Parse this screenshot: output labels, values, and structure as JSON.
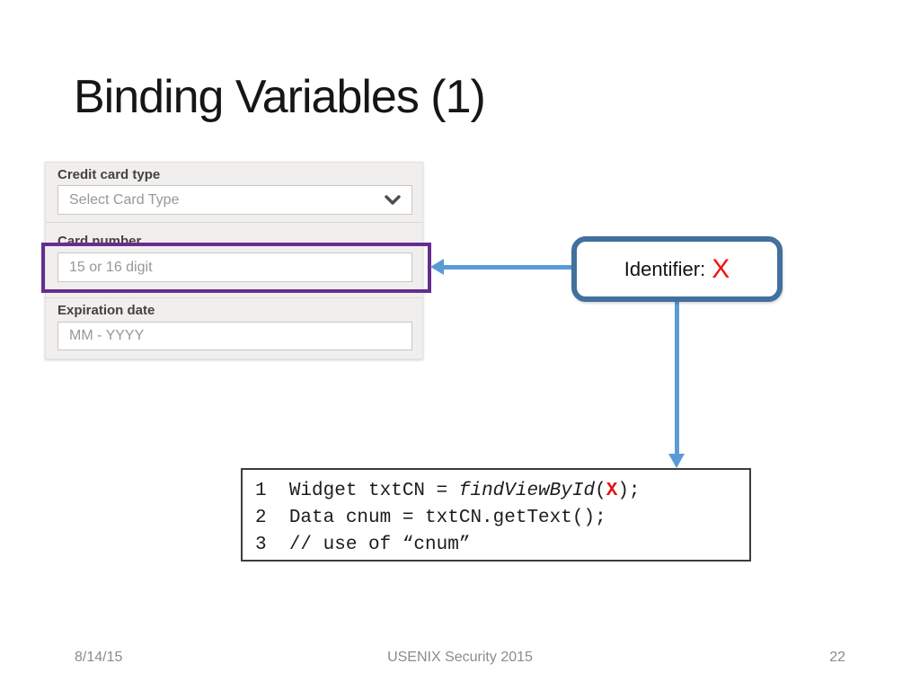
{
  "slide": {
    "title": "Binding Variables (1)",
    "footer": {
      "date": "8/14/15",
      "event": "USENIX Security 2015",
      "page_number": "22"
    }
  },
  "form": {
    "credit_card_type": {
      "label": "Credit card type",
      "placeholder": "Select Card Type"
    },
    "card_number": {
      "label": "Card number",
      "placeholder": "15 or 16 digit"
    },
    "expiration_date": {
      "label": "Expiration date",
      "placeholder": "MM - YYYY"
    }
  },
  "callout": {
    "label": "Identifier:",
    "value": "X"
  },
  "code": {
    "lines": [
      {
        "number": "1",
        "seg_pre": "  Widget txtCN = ",
        "seg_italic": "findViewById",
        "seg_open": "(",
        "seg_var": "X",
        "seg_close": ");"
      },
      {
        "number": "2",
        "seg_pre": "  Data cnum = txtCN.getText();"
      },
      {
        "number": "3",
        "seg_pre": "  // use of “cnum”"
      }
    ]
  },
  "icons": {
    "dropdown_chevron": "chevron-down"
  },
  "colors": {
    "highlight_purple": "#662D91",
    "callout_border_blue": "#41719C",
    "arrow_blue": "#5B9BD5",
    "variable_red": "#EE1111",
    "code_border": "#3C3C3C",
    "form_background": "#F1EFEE",
    "footer_gray": "#8C8C8C"
  }
}
